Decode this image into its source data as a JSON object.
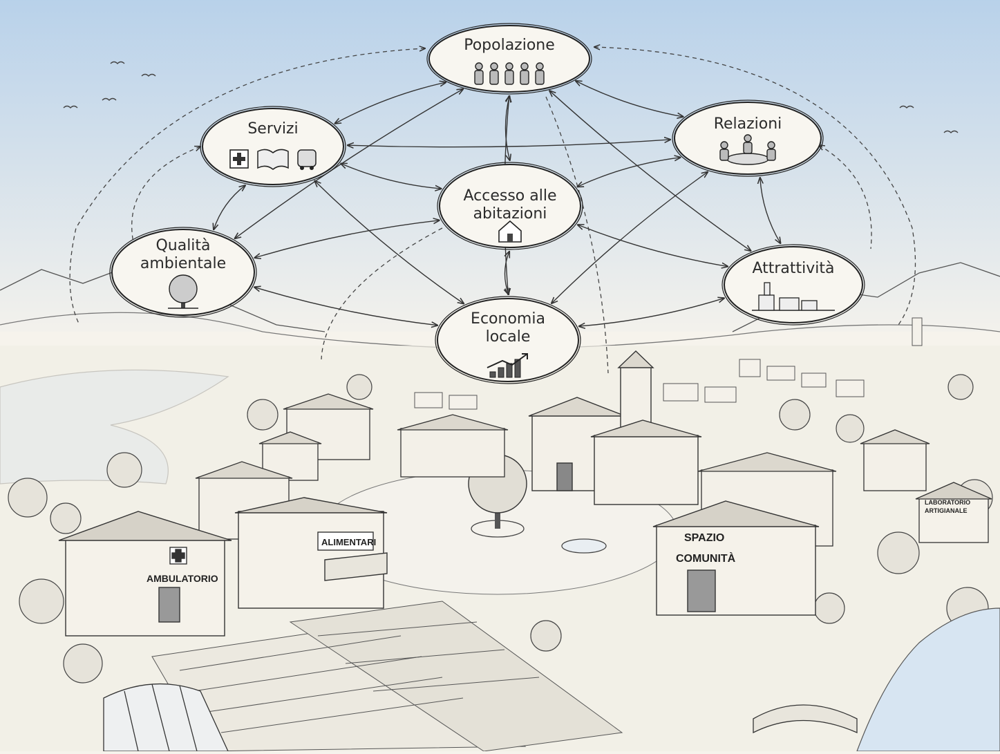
{
  "diagram": {
    "nodes": [
      {
        "id": "popolazione",
        "lines": [
          "Popolazione"
        ],
        "icon": "people-icon"
      },
      {
        "id": "servizi",
        "lines": [
          "Servizi"
        ],
        "icon": "services-icons"
      },
      {
        "id": "relazioni",
        "lines": [
          "Relazioni"
        ],
        "icon": "meeting-table-icon"
      },
      {
        "id": "accesso",
        "lines": [
          "Accesso alle",
          "abitazioni"
        ],
        "icon": "house-icon"
      },
      {
        "id": "qualita",
        "lines": [
          "Qualità",
          "ambientale"
        ],
        "icon": "tree-icon"
      },
      {
        "id": "attrattivita",
        "lines": [
          "Attrattività"
        ],
        "icon": "village-icon"
      },
      {
        "id": "economia",
        "lines": [
          "Economia",
          "locale"
        ],
        "icon": "growth-chart-icon"
      }
    ],
    "links": [
      [
        "popolazione",
        "servizi"
      ],
      [
        "popolazione",
        "relazioni"
      ],
      [
        "popolazione",
        "accesso"
      ],
      [
        "popolazione",
        "qualita"
      ],
      [
        "popolazione",
        "economia"
      ],
      [
        "popolazione",
        "attrattivita"
      ],
      [
        "servizi",
        "relazioni"
      ],
      [
        "servizi",
        "accesso"
      ],
      [
        "servizi",
        "qualita"
      ],
      [
        "servizi",
        "economia"
      ],
      [
        "relazioni",
        "accesso"
      ],
      [
        "relazioni",
        "attrattivita"
      ],
      [
        "accesso",
        "qualita"
      ],
      [
        "accesso",
        "economia"
      ],
      [
        "accesso",
        "attrattivita"
      ],
      [
        "qualita",
        "economia"
      ],
      [
        "economia",
        "attrattivita"
      ],
      [
        "relazioni",
        "economia"
      ]
    ]
  },
  "signs": {
    "ambulatorio": "AMBULATORIO",
    "alimentari": "ALIMENTARI",
    "spazio_line1": "SPAZIO",
    "spazio_line2": "COMUNITÀ",
    "laboratorio_line1": "LABORATORIO",
    "laboratorio_line2": "ARTIGIANALE"
  },
  "colors": {
    "ink": "#2b2b2b",
    "sky": "#9ec2e6",
    "paper": "#f6f3ec"
  }
}
